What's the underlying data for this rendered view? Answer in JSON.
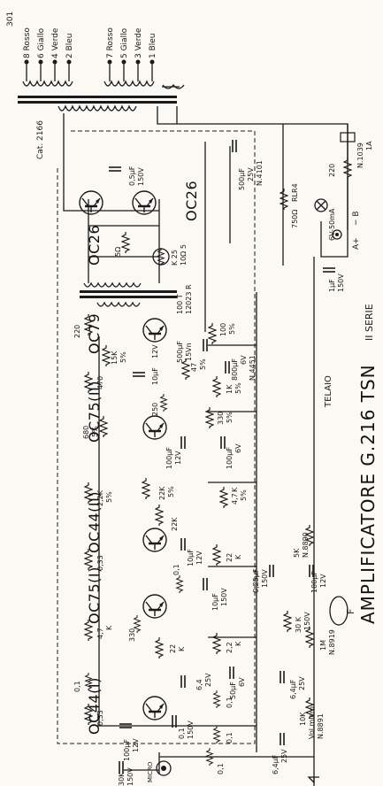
{
  "sheet_number": "301",
  "title": "AMPLIFICATORE G.216 TSN",
  "series": "II SERIE",
  "chassis_label": "TELAIO",
  "output_leads": [
    "8 Rosso",
    "6 Giallo",
    "4 Verde",
    "2 Bleu",
    "7 Rosso",
    "5 Giallo",
    "3 Verde",
    "1 Bleu"
  ],
  "output_transformer": "Cat. 2166",
  "driver_transformer": [
    "100 T",
    "12023 R"
  ],
  "transistors": {
    "out_top": "OC26",
    "out_bottom": "OC26",
    "driver": "OC79",
    "amp2": "OC75(II)",
    "amp3": "OC44(II)",
    "amp4": "OC75(I)",
    "amp5": "OC44(I)"
  },
  "components": {
    "cap_ot": [
      "0,5µF",
      "150V"
    ],
    "cap_supply": [
      "500µF",
      "25V",
      "N.4101"
    ],
    "pot_750": [
      "750Ω",
      "RLR4"
    ],
    "res_220_sup": "220",
    "fuse": [
      "N.1039",
      "1A"
    ],
    "lamp": [
      "6V-50mA"
    ],
    "battery": [
      "A+",
      "− B"
    ],
    "res_5": "5Ω",
    "ntc": [
      "K 25",
      "10Ω 5"
    ],
    "cap_1uf": [
      "1µF",
      "150V"
    ],
    "r220_b": "220",
    "r100": [
      "100",
      "5%"
    ],
    "c500": [
      "500µF",
      "15Vn"
    ],
    "c800": [
      "800µF",
      "6V",
      "N.4451"
    ],
    "r15k": [
      "15K",
      "5%"
    ],
    "r470": "470",
    "c10uf_a": [
      "10µF",
      "12V"
    ],
    "r47": [
      "47",
      "5%"
    ],
    "r1k": [
      "1K",
      "5%"
    ],
    "r250": "250",
    "r330_a": [
      "330",
      "5%"
    ],
    "r680": [
      "680",
      "5%"
    ],
    "c100_a": [
      "100µF",
      "12V"
    ],
    "c100_b": [
      "100µF",
      "6V"
    ],
    "r47k": [
      "4,7",
      "K",
      "5%"
    ],
    "r22k_a": [
      "22K",
      "5%"
    ],
    "r22k_b": [
      "2,2K",
      "5%"
    ],
    "r22k_c": "22K",
    "pot5k": [
      "5K",
      "N.8890"
    ],
    "c10_b": [
      "10µF",
      "12V"
    ],
    "r22_d": [
      "22",
      "K"
    ],
    "c025": [
      "0,25µF",
      "150V"
    ],
    "c100_c": [
      "100µF",
      "12V"
    ],
    "r033_a": "0,33",
    "r01_a": "0,1",
    "c10_c": [
      "10µF",
      "150V"
    ],
    "jack_f": "F",
    "r30k": [
      "30 K",
      "150V"
    ],
    "pot1m": [
      "1M",
      "N.8919"
    ],
    "r330_b": "330",
    "r22_e": [
      "22",
      "K"
    ],
    "r22_f": [
      "2,2",
      "K"
    ],
    "r47_b": [
      "4,7",
      "K"
    ],
    "r01_b": "0,1",
    "c50": [
      "50µF",
      "6V"
    ],
    "c64_a": [
      "6,4µF",
      "25V"
    ],
    "pot10k": [
      "10K",
      "Vol.micro",
      "N.8891"
    ],
    "c64_b": [
      "6,4µF",
      "25V"
    ],
    "c64_c": [
      "6,4",
      "25V"
    ],
    "r033_b": "0,33",
    "r01_c": "0,1",
    "c01_150": [
      "0,1",
      "150V"
    ],
    "r01_d": "0,1",
    "c100_d": [
      "100µF",
      "12V"
    ],
    "r01_e": "0,1",
    "r30k_in": [
      "30K",
      "150V"
    ],
    "micro": "MICRO"
  }
}
